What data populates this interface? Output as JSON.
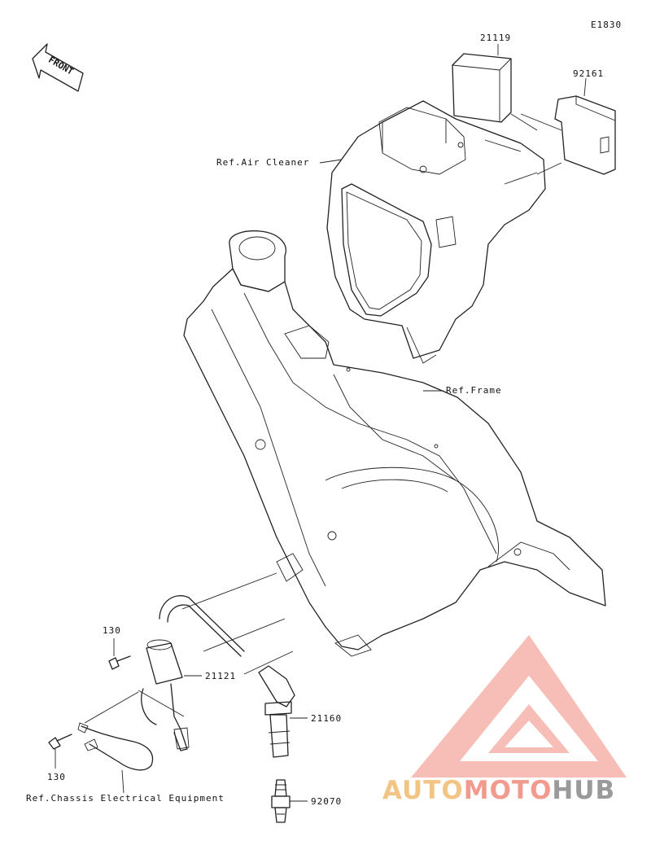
{
  "diagram_code": "E1830",
  "front_arrow_label": "FRONT",
  "callouts": {
    "p21119": "21119",
    "p92161": "92161",
    "ref_air_cleaner": "Ref.Air Cleaner",
    "ref_frame": "Ref.Frame",
    "p130_top": "130",
    "p21121": "21121",
    "p21160": "21160",
    "p130_bottom": "130",
    "ref_chassis": "Ref.Chassis Electrical Equipment",
    "p92070": "92070"
  },
  "watermark": {
    "part1": "AUTO",
    "part2": "MOTO",
    "part3": "HUB",
    "colors": {
      "auto": "#f3c585",
      "moto": "#f29a8e",
      "hub": "#9a9a9a",
      "logo": "#f08a80"
    }
  }
}
